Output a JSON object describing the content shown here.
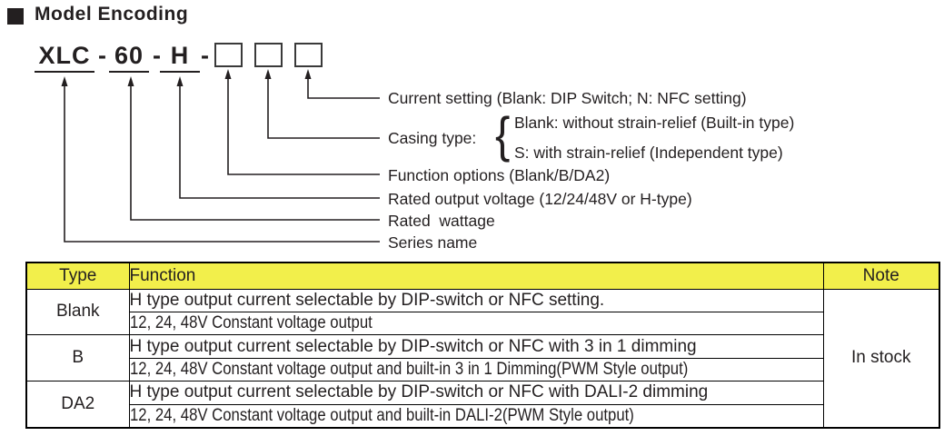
{
  "title": "Model Encoding",
  "model": {
    "series": "XLC",
    "separator": "-",
    "wattage": "60",
    "voltage": "H"
  },
  "callouts": {
    "current_setting": "Current setting (Blank: DIP Switch; N: NFC setting)",
    "casing_type": "Casing type:",
    "casing_brace": "{",
    "casing_options": [
      "Blank: without strain-relief (Built-in type)",
      "S: with strain-relief (Independent type)"
    ],
    "function_options": "Function options (Blank/B/DA2)",
    "rated_voltage": "Rated output voltage (12/24/48V or H-type)",
    "rated_wattage": "Rated  wattage",
    "series_name": "Series name"
  },
  "table": {
    "headers": {
      "type": "Type",
      "function": "Function",
      "note": "Note"
    },
    "groups": [
      {
        "type": "Blank",
        "functions": [
          "H type output current selectable by DIP-switch or NFC setting.",
          "12, 24, 48V Constant voltage output"
        ]
      },
      {
        "type": "B",
        "functions": [
          "H type output current selectable by DIP-switch or NFC with 3 in 1 dimming",
          "12, 24, 48V Constant voltage output and built-in 3 in 1 Dimming(PWM Style output)"
        ]
      },
      {
        "type": "DA2",
        "functions": [
          "H type output current selectable by DIP-switch or NFC with DALI-2 dimming",
          "12, 24, 48V Constant voltage output and built-in DALI-2(PWM Style output)"
        ]
      }
    ],
    "note": "In stock"
  },
  "colors": {
    "header_bg": "#F2EF4B",
    "ink": "#231F20"
  }
}
